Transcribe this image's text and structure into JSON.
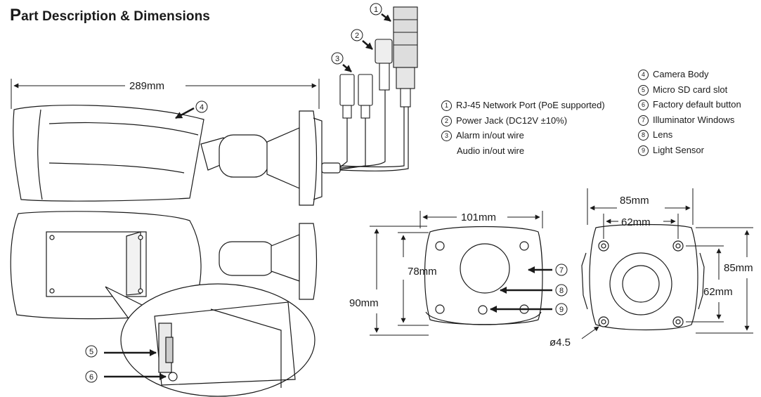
{
  "title": {
    "first_letter": "P",
    "rest": "art Description & Dimensions"
  },
  "legend_left": [
    {
      "num": "1",
      "label": "RJ-45 Network Port (PoE supported)"
    },
    {
      "num": "2",
      "label": "Power Jack (DC12V ±10%)"
    },
    {
      "num": "3",
      "label": "Alarm in/out wire"
    },
    {
      "num": "",
      "label": "Audio in/out wire"
    }
  ],
  "legend_right": [
    {
      "num": "4",
      "label": "Camera Body"
    },
    {
      "num": "5",
      "label": "Micro SD card slot"
    },
    {
      "num": "6",
      "label": "Factory default button"
    },
    {
      "num": "7",
      "label": "Illuminator Windows"
    },
    {
      "num": "8",
      "label": "Lens"
    },
    {
      "num": "9",
      "label": "Light Sensor"
    }
  ],
  "callouts": [
    "1",
    "2",
    "3",
    "4",
    "5",
    "6",
    "7",
    "8",
    "9"
  ],
  "dimensions": {
    "body_length": "289mm",
    "front_width": "101mm",
    "front_inner_height": "78mm",
    "front_height": "90mm",
    "base_width": "85mm",
    "base_hole_spacing_x": "62mm",
    "base_height": "85mm",
    "base_hole_spacing_y": "62mm",
    "hole_diameter": "ø4.5"
  }
}
